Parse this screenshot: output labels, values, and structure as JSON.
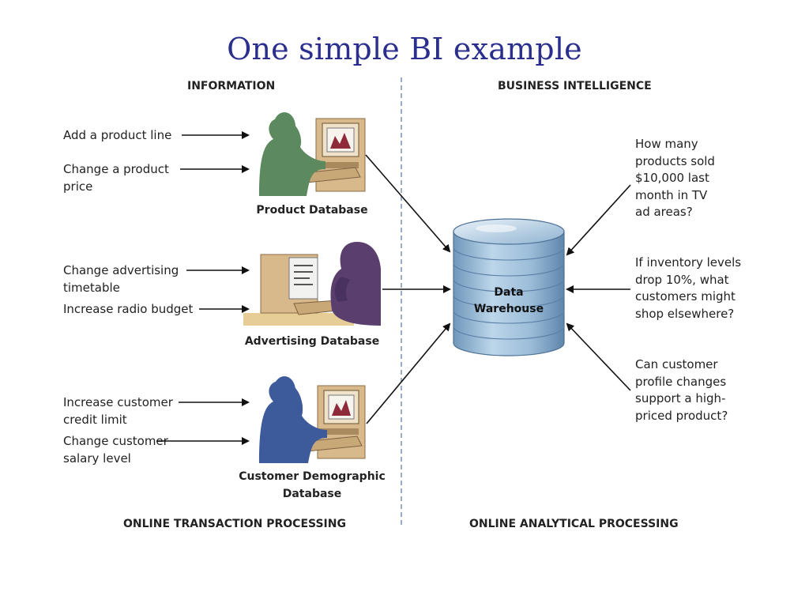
{
  "title": "One simple BI example",
  "headers": {
    "information": "INFORMATION",
    "business_intelligence": "BUSINESS INTELLIGENCE",
    "oltp": "ONLINE TRANSACTION PROCESSING",
    "olap": "ONLINE ANALYTICAL PROCESSING"
  },
  "inputs": {
    "add_product_line": "Add a product line",
    "change_product_price_1": "Change a product",
    "change_product_price_2": "price",
    "change_ad_timetable_1": "Change advertising",
    "change_ad_timetable_2": "timetable",
    "increase_radio_budget": "Increase radio budget",
    "increase_credit_1": "Increase customer",
    "increase_credit_2": "credit limit",
    "change_salary_1": "Change customer",
    "change_salary_2": "salary level"
  },
  "databases": {
    "product": "Product Database",
    "advertising": "Advertising Database",
    "customer_1": "Customer Demographic",
    "customer_2": "Database"
  },
  "warehouse": {
    "line1": "Data",
    "line2": "Warehouse"
  },
  "questions": {
    "q1": [
      "How many",
      "products sold",
      "$10,000 last",
      "month in TV",
      "ad areas?"
    ],
    "q2": [
      "If inventory levels",
      "drop 10%, what",
      "customers might",
      "shop elsewhere?"
    ],
    "q3": [
      "Can customer",
      "profile changes",
      "support a high-",
      "priced product?"
    ]
  },
  "colors": {
    "title": "#2a2f8e",
    "product_figure": "#5c8a5e",
    "advertising_figure": "#5a3f6e",
    "customer_figure": "#3d5a9a",
    "computer": "#d8b98c",
    "warehouse": "#9fc1da",
    "divider": "#7a8fb8"
  }
}
